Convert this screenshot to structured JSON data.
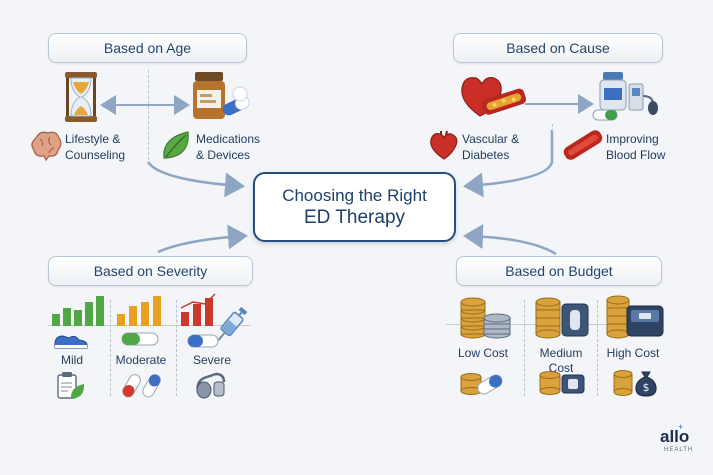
{
  "center": {
    "line1": "Choosing the Right",
    "line2": "ED Therapy"
  },
  "age": {
    "title": "Based on Age",
    "left_label_1": "Lifestyle &",
    "left_label_2": "Counseling",
    "right_label_1": "Medications",
    "right_label_2": "& Devices"
  },
  "cause": {
    "title": "Based on Cause",
    "left_label_1": "Vascular &",
    "left_label_2": "Diabetes",
    "right_label_1": "Improving",
    "right_label_2": "Blood Flow"
  },
  "severity": {
    "title": "Based on Severity",
    "levels": [
      "Mild",
      "Moderate",
      "Severe"
    ]
  },
  "budget": {
    "title": "Based on Budget",
    "levels": [
      "Low Cost",
      "Medium Cost",
      "High Cost"
    ]
  },
  "logo": {
    "text": "allo",
    "sub": "HEALTH"
  },
  "colors": {
    "navy": "#284e7c",
    "arrow": "#8ea6c4",
    "green": "#4fa844",
    "orange": "#e8a020",
    "red": "#c93a2c",
    "gold": "#d9a23a",
    "silver": "#9aa6b4"
  }
}
